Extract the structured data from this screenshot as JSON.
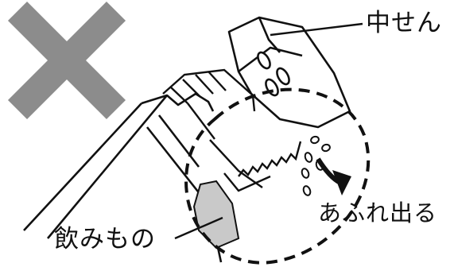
{
  "labels": {
    "inner_cap": "中せん",
    "overflow": "あふれ出る",
    "drink": "飲みもの"
  },
  "colors": {
    "cross": "#8c8c8c",
    "line": "#111111",
    "liquid": "#c9c9c9",
    "background": "#ffffff"
  },
  "icons": {
    "cross": "x-mark-icon",
    "arrow": "curved-arrow-icon"
  }
}
